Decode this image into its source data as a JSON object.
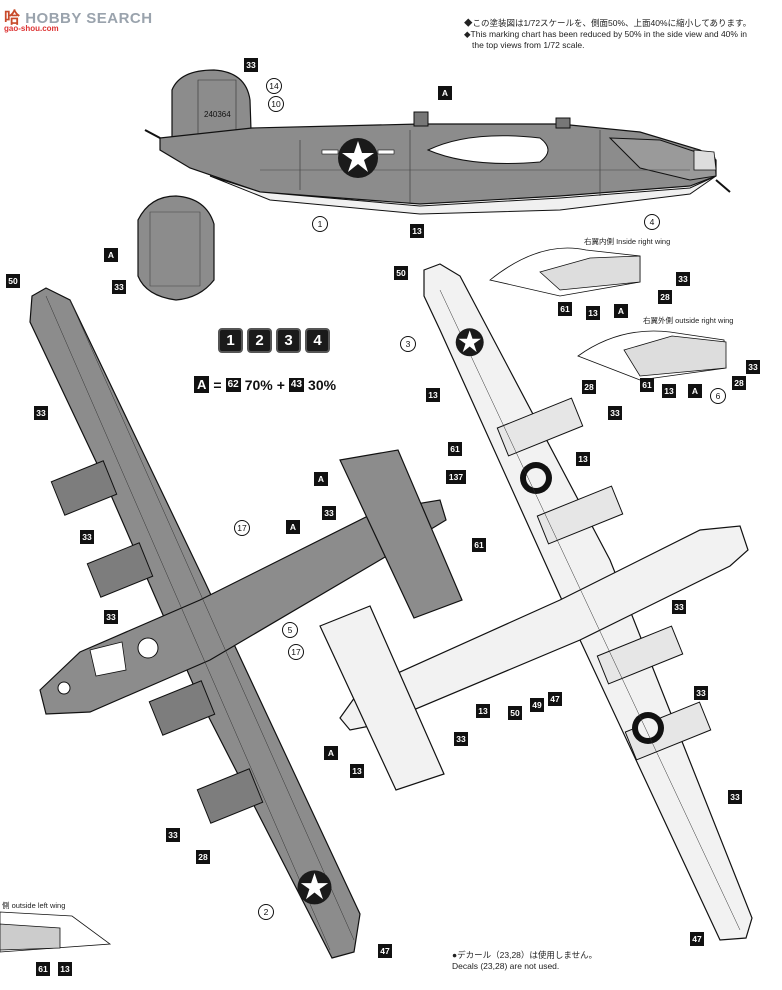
{
  "watermark": {
    "logo": "哈",
    "site": "HOBBY SEARCH",
    "url": "gao-shou.com"
  },
  "notes": {
    "jp": "◆この塗装図は1/72スケールを、側面50%、上面40%に縮小してあります。",
    "en1": "◆This marking chart has been reduced by 50% in the side view and 40% in",
    "en2": "the top views from 1/72 scale."
  },
  "wing_captions": {
    "inside_right": "右翼内側 Inside right wing",
    "outside_right": "右翼外側 outside right wing",
    "outside_left": "側 outside left wing"
  },
  "scheme_numbers": [
    "1",
    "2",
    "3",
    "4"
  ],
  "color_mix": {
    "a": "A",
    "eq": "=",
    "c1": "62",
    "p1": "70%",
    "plus": "+",
    "c2": "43",
    "p2": "30%"
  },
  "side_view": {
    "serial": "240364"
  },
  "callouts": {
    "side": [
      "33",
      "14",
      "10",
      "A",
      "1",
      "13",
      "4",
      "A",
      "33"
    ],
    "top_left": [
      "50",
      "33",
      "33",
      "33",
      "17",
      "A",
      "A",
      "33",
      "5",
      "17",
      "A",
      "33",
      "28",
      "2",
      "47"
    ],
    "bottom": [
      "50",
      "3",
      "13",
      "61",
      "28",
      "33",
      "13",
      "137",
      "61",
      "33",
      "50",
      "49",
      "47",
      "13",
      "33",
      "13",
      "33",
      "33",
      "47"
    ],
    "wing_details": [
      "33",
      "28",
      "61",
      "13",
      "A",
      "33",
      "28",
      "61",
      "13",
      "A",
      "6",
      "61",
      "13"
    ]
  },
  "footer": {
    "jp": "●デカール（23,28）は使用しません。",
    "en": "Decals (23,28) are not used."
  },
  "colors": {
    "dark": "#8c8c8c",
    "light": "#f2f2f2",
    "line": "#1a1a1a"
  }
}
